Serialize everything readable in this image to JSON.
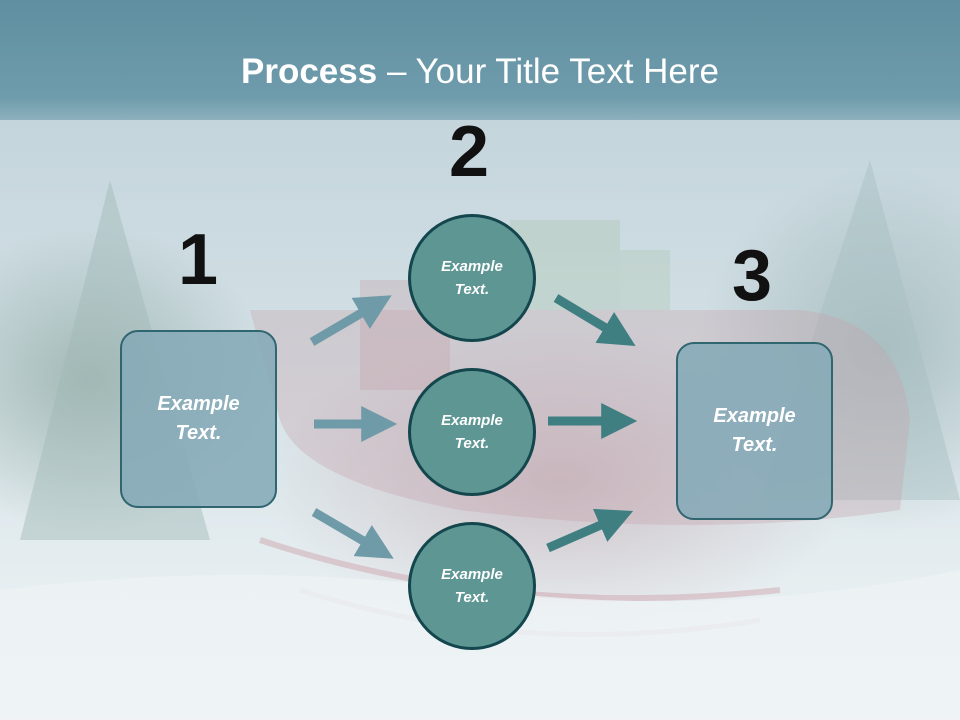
{
  "slide": {
    "title_bold": "Process",
    "title_rest": " – Your Title Text Here"
  },
  "steps": {
    "step1": {
      "number": "1",
      "label": "Example\nText."
    },
    "step2": {
      "number": "2"
    },
    "step3": {
      "number": "3",
      "label": "Example\nText."
    }
  },
  "circles": [
    {
      "label": "Example\nText."
    },
    {
      "label": "Example\nText."
    },
    {
      "label": "Example\nText."
    }
  ],
  "colors": {
    "header": "#6f9cac",
    "box_fill": "#85aab7",
    "circle_fill": "#5d9693",
    "circle_border": "#14464d",
    "arrow": "#6f9ba8"
  }
}
